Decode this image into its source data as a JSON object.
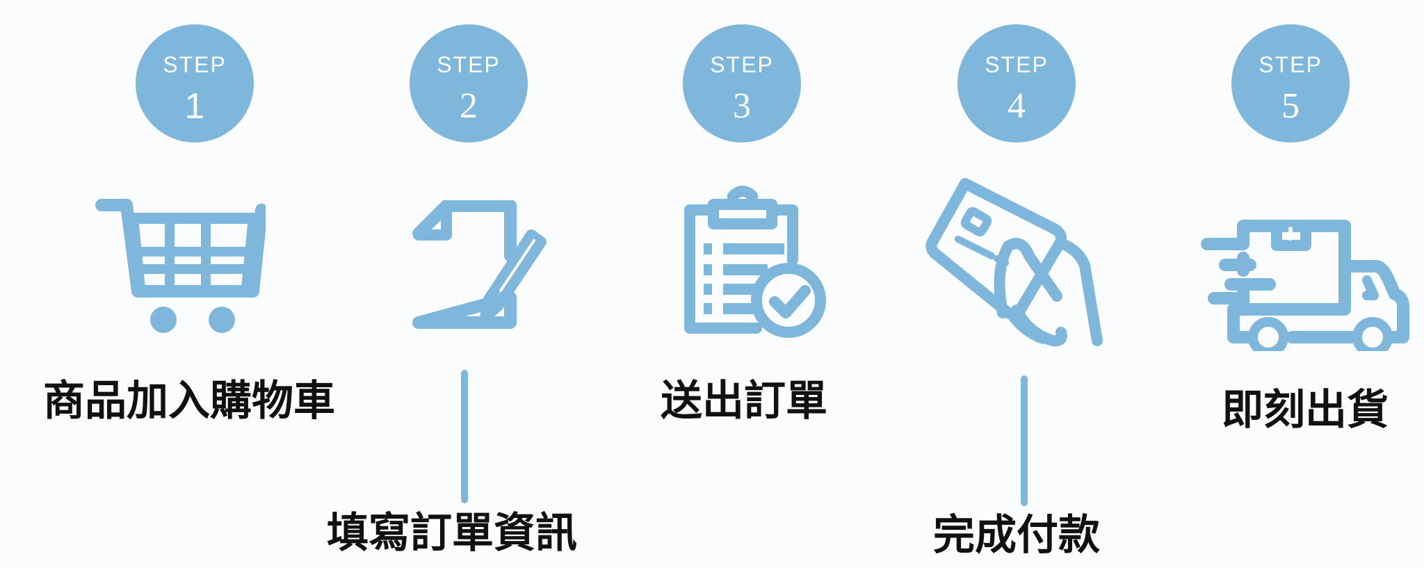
{
  "accent_color": "#7fb6db",
  "steps": [
    {
      "word": "STEP",
      "number": "1",
      "icon": "shopping-cart-icon",
      "label": "商品加入購物車"
    },
    {
      "word": "STEP",
      "number": "2",
      "icon": "document-pencil-icon",
      "label": "填寫訂單資訊"
    },
    {
      "word": "STEP",
      "number": "3",
      "icon": "clipboard-check-icon",
      "label": "送出訂單"
    },
    {
      "word": "STEP",
      "number": "4",
      "icon": "credit-card-hand-icon",
      "label": "完成付款"
    },
    {
      "word": "STEP",
      "number": "5",
      "icon": "delivery-truck-icon",
      "label": "即刻出貨"
    }
  ]
}
